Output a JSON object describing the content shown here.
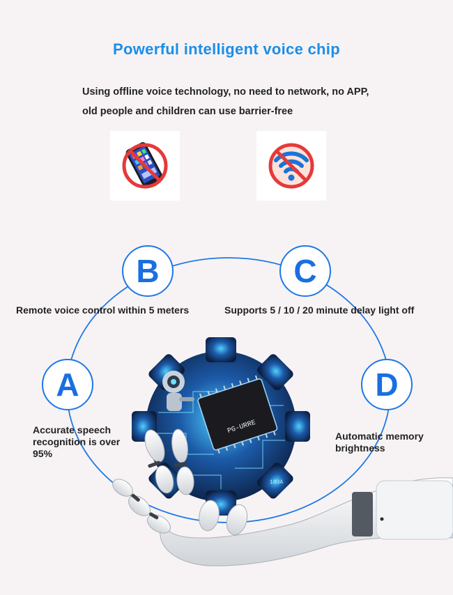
{
  "header": {
    "title": "Powerful intelligent voice chip",
    "subtitle_line1": "Using offline voice technology, no need to network, no APP,",
    "subtitle_line2": "old people and children can use barrier-free"
  },
  "icons": [
    {
      "name": "no-smartphone-icon"
    },
    {
      "name": "no-wifi-icon"
    }
  ],
  "features": {
    "a": {
      "letter": "A",
      "text": "Accurate speech recognition is over 95%"
    },
    "b": {
      "letter": "B",
      "text": "Remote voice control within 5 meters"
    },
    "c": {
      "letter": "C",
      "text": "Supports 5 / 10 / 20 minute delay light off"
    },
    "d": {
      "letter": "D",
      "text": "Automatic memory brightness"
    }
  },
  "chip": {
    "label": "PG-URRE",
    "label2": "183A"
  },
  "colors": {
    "accent": "#1b8ee8",
    "ring": "#1e78e6",
    "prohibit": "#e53a3a",
    "wifi": "#1a74d6"
  }
}
